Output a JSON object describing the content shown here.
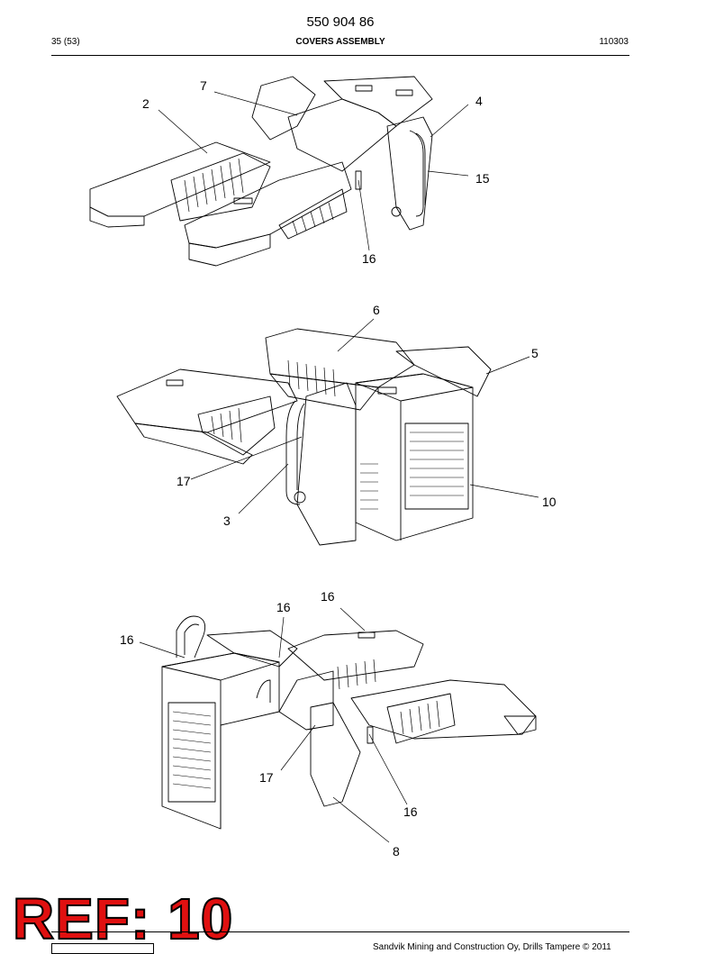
{
  "header": {
    "doc_number": "550 904 86",
    "page": "35 (53)",
    "title": "COVERS ASSEMBLY",
    "date_code": "110303"
  },
  "figures": [
    {
      "callouts": [
        "7",
        "2",
        "4",
        "15",
        "16"
      ]
    },
    {
      "callouts": [
        "6",
        "5",
        "17",
        "3",
        "10"
      ]
    },
    {
      "callouts": [
        "16",
        "16",
        "16",
        "17",
        "16",
        "8"
      ]
    }
  ],
  "stamp": {
    "text": "REF: 10",
    "color": "#e01010"
  },
  "footer": {
    "copyright": "Sandvik Mining and Construction Oy, Drills Tampere © 2011"
  },
  "colors": {
    "line": "#000000",
    "stamp": "#e01010",
    "background": "#ffffff"
  }
}
